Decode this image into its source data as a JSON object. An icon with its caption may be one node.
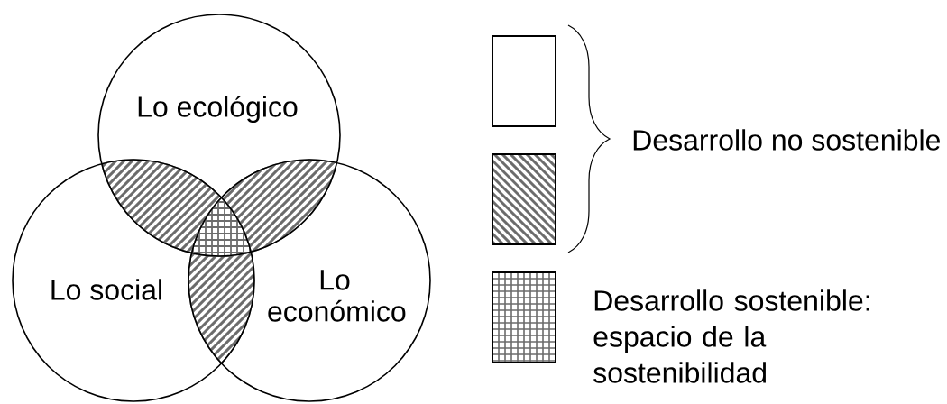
{
  "diagram": {
    "nodes": [
      {
        "text": [
          "Lo ecológico"
        ]
      },
      {
        "text": [
          "Lo social"
        ]
      },
      {
        "text": [
          "Lo económico"
        ]
      }
    ],
    "legend": [
      {
        "text": "Desarrollo no sostenible"
      },
      {
        "text": "Desarrollo sostenible: espacio de la sostenibilidad"
      }
    ]
  }
}
